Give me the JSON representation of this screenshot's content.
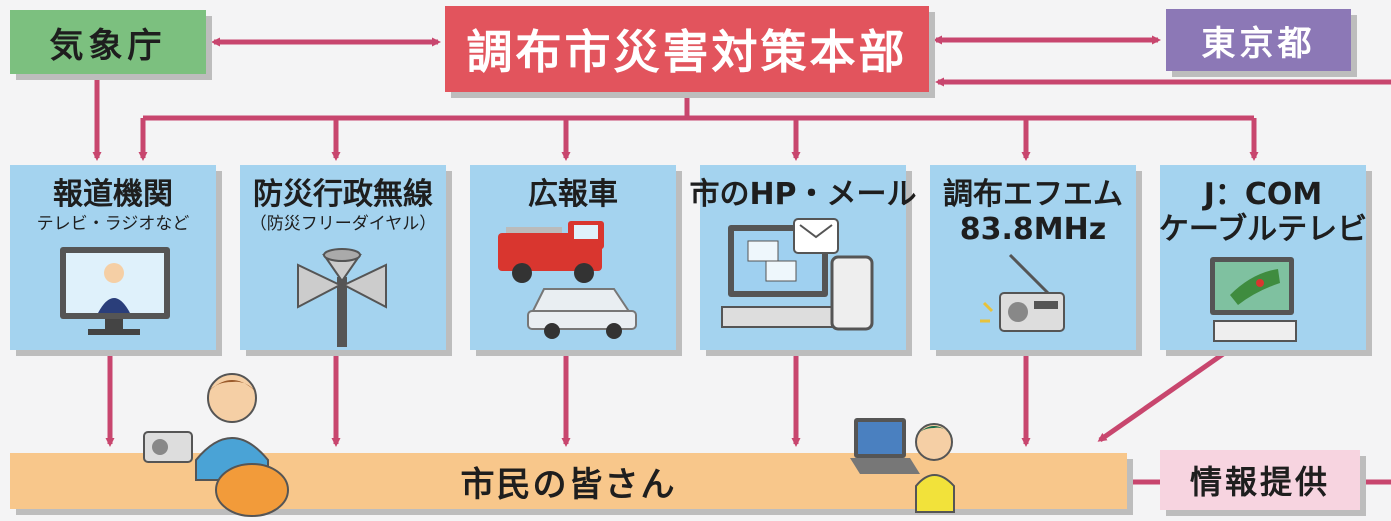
{
  "top": {
    "kisho": "気象庁",
    "hq": "調布市災害対策本部",
    "tokyo": "東京都"
  },
  "cards": [
    {
      "title": "報道機関",
      "sub": "テレビ・ラジオなど"
    },
    {
      "title": "防災行政無線",
      "sub": "（防災フリーダイヤル）"
    },
    {
      "title": "広報車"
    },
    {
      "title": "市のHP・メール"
    },
    {
      "title": "調布エフエム",
      "title2": "83.8MHz"
    },
    {
      "title": "J：COM",
      "title2": "ケーブルテレビ"
    }
  ],
  "bottom": {
    "citizens": "市民の皆さん",
    "info": "情報提供"
  },
  "colors": {
    "arrow": "#c8466e",
    "hq": "#e2545d",
    "kisho": "#7cc07f",
    "tokyo": "#8c78b6",
    "card": "#a4d3ef",
    "citizens": "#f8c78b",
    "info": "#f7d4e0"
  }
}
